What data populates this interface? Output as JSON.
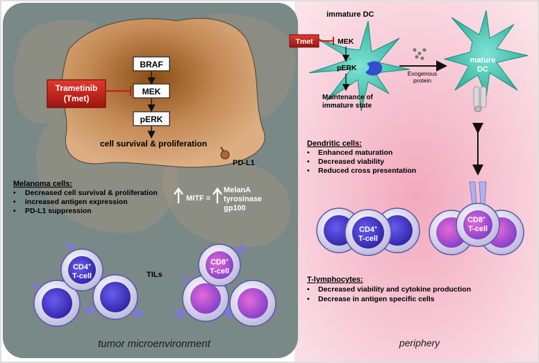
{
  "tumor": {
    "pathway": [
      "BRAF",
      "MEK",
      "pERK"
    ],
    "outcome": "cell survival & proliferation",
    "drug": [
      "Trametinib",
      "(Tmet)"
    ],
    "pdl1": "PD-L1",
    "melanoma_header": "Melanoma cells:",
    "melanoma_bullets": [
      "Decreased cell survival & proliferation",
      "increased antigen expression",
      "PD-L1 suppression"
    ],
    "mitf_label": "MITF =",
    "mitf_targets": [
      "MelanA",
      "tyrosinase",
      "gp100"
    ],
    "tils": "TILs",
    "cd4": [
      "CD4",
      "+",
      "T-cell"
    ],
    "cd8": [
      "CD8",
      "+",
      "T-cell"
    ],
    "caption": "tumor microenvironment"
  },
  "periphery": {
    "immature_dc": "immature DC",
    "tmet": "Tmet",
    "mek": "MEK",
    "perk": "pERK",
    "maintenance": [
      "Maintenance of",
      "immature state"
    ],
    "exogenous": [
      "Exogenous",
      "protein"
    ],
    "mature_dc": [
      "mature",
      "DC"
    ],
    "dc_header": "Dendritic cells:",
    "dc_bullets": [
      "Enhanced maturation",
      "Decreased viability",
      "Reduced cross presentation"
    ],
    "cd4": [
      "CD4",
      "+",
      "T-cell"
    ],
    "cd8": [
      "CD8",
      "+",
      "T-cell"
    ],
    "t_header": "T-lymphocytes:",
    "t_bullets": [
      "Decreased viability and cytokine production",
      "Decrease in antigen specific cells"
    ],
    "caption": "periphery"
  },
  "colors": {
    "tumor_bg": "#7b8b8a",
    "periphery_bg": "#f8c7d3",
    "drug_red": "#c0201a",
    "dc_teal": "#3fc6b4",
    "tcell_blue": "#4a3fd0"
  }
}
